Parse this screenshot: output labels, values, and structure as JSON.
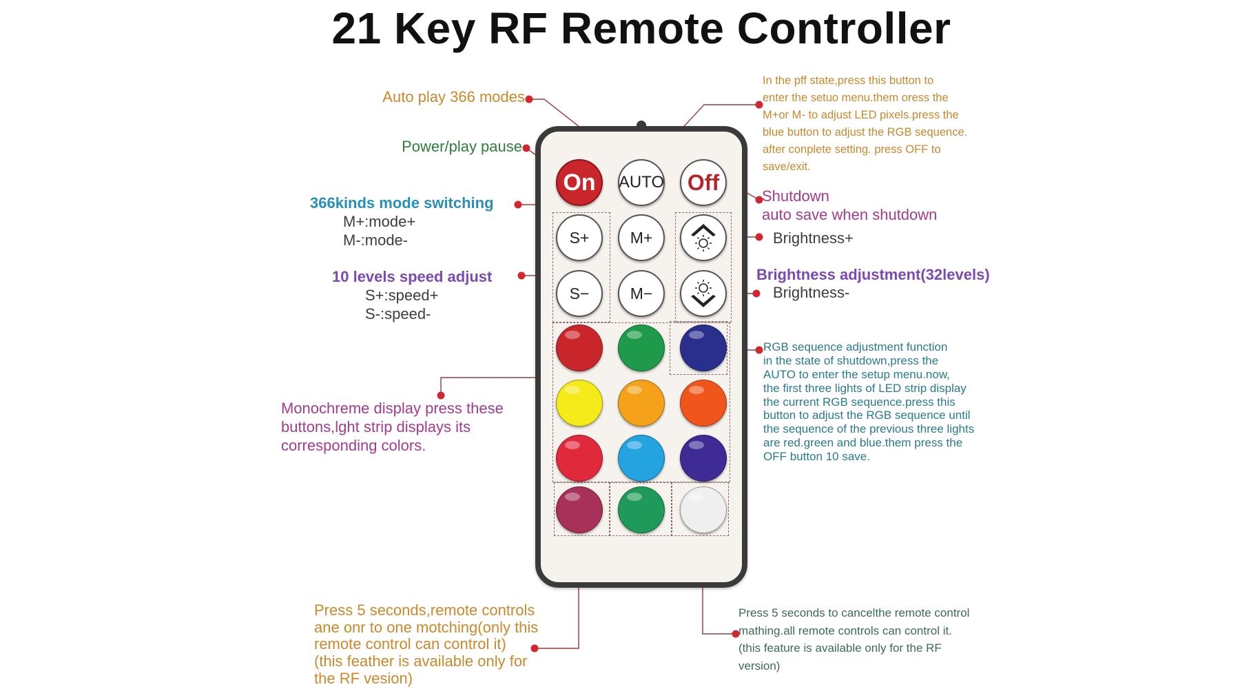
{
  "title": "21 Key RF Remote Controller",
  "remote": {
    "row1": {
      "on": "On",
      "auto": "AUTO",
      "off": "Off"
    },
    "row2": {
      "s_plus": "S+",
      "m_plus": "M+"
    },
    "row3": {
      "s_minus": "S−",
      "m_minus": "M−"
    },
    "icons": {
      "brightness_up": "brightness-up-icon",
      "brightness_down": "brightness-down-icon"
    },
    "colors": [
      "#c9262b",
      "#1f9a4a",
      "#2a2e8c",
      "#f5ea1a",
      "#f5a21a",
      "#f0561c",
      "#e02a3c",
      "#23a3e0",
      "#3f2b96",
      "#a8315a",
      "#1f9a5a",
      "#efefef"
    ]
  },
  "annotations": {
    "auto_play": "Auto play 366 modes",
    "power": "Power/play pause",
    "mode_switching": {
      "title": "366kinds mode switching",
      "lines": [
        "M+:mode+",
        "M-:mode-"
      ]
    },
    "speed_adjust": {
      "title": "10 levels speed adjust",
      "lines": [
        "S+:speed+",
        "S-:speed-"
      ]
    },
    "monochrome": [
      "Monochreme display press these",
      "buttons,lght strip displays its",
      "corresponding colors."
    ],
    "setup_menu": [
      "In the pff state,press this button to",
      "enter the setuo menu.them oress the",
      "M+or M- to adjust LED pixels.press the",
      "blue button to adjust the RGB sequence.",
      "after conplete setting. press OFF to",
      "save/exit."
    ],
    "shutdown": [
      "Shutdown",
      "auto save when shutdown"
    ],
    "brightness_plus": "Brightness+",
    "brightness_adjust": "Brightness adjustment(32levels)",
    "brightness_minus": "Brightness-",
    "rgb_sequence": [
      "RGB sequence adjustment function",
      "in the state of shutdown,press the",
      "AUTO to enter the setup menu.now,",
      "the first three lights of LED strip display",
      "the current RGB sequence.press this",
      "button to adjust the RGB sequence until",
      "the sequence of the previous three lights",
      "are red.green and blue.them press the",
      "OFF button 10 save."
    ],
    "pairing": [
      "Press 5 seconds,remote controls",
      "ane onr to one motching(only this",
      "remote control can control it)",
      "(this feather is available only for",
      "the RF vesion)"
    ],
    "cancel_pairing": [
      "Press 5 seconds to cancelthe remote control",
      "mathing.all remote controls can control it.",
      "(this feature is available only for the RF",
      "version)"
    ]
  },
  "colors": {
    "dot": "#d0282e",
    "wire": "#9b3a3a",
    "remote_body": "#f6f3ee",
    "remote_border": "#3a3a3a"
  }
}
